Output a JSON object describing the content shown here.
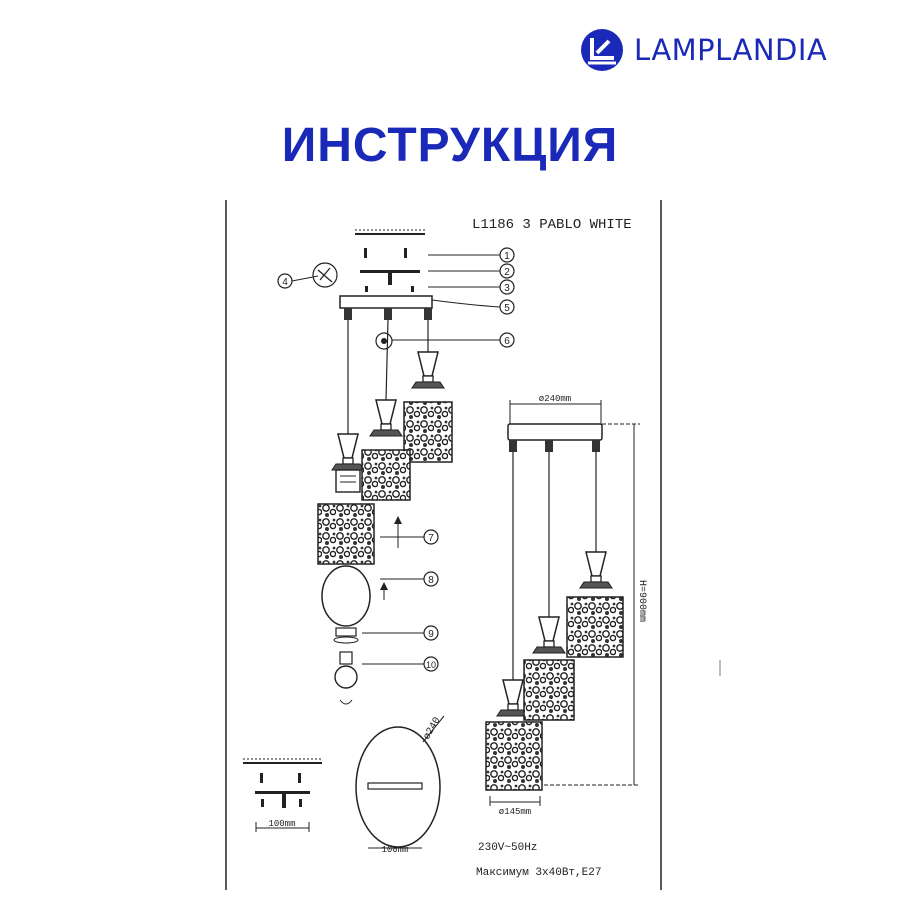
{
  "brand": {
    "name": "LAMPLANDIA",
    "color": "#1b29b8"
  },
  "header": {
    "title": "ИНСТРУКЦИЯ"
  },
  "sheet": {
    "model": "L1186 3 PABLO WHITE",
    "callouts": [
      "1",
      "2",
      "3",
      "4",
      "5",
      "6",
      "7",
      "8",
      "9",
      "10"
    ],
    "dim_canopy": "ø240mm",
    "dim_height": "H=900mm",
    "dim_shade": "ø145mm",
    "dim_plate_circle": "ø240",
    "dim_bracket_a": "100mm",
    "dim_bracket_b": "100mm",
    "voltage": "230V~50Hz",
    "max_power": "Максимум 3х40Вт,Е27"
  }
}
